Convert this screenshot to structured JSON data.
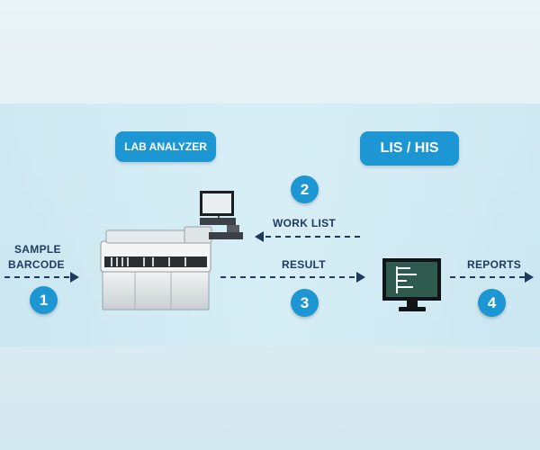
{
  "nodes": {
    "lab_analyzer": "LAB ANALYZER",
    "lis_his": "LIS / HIS"
  },
  "steps": [
    {
      "number": "1",
      "label_line1": "SAMPLE",
      "label_line2": "BARCODE"
    },
    {
      "number": "2",
      "label": "WORK LIST"
    },
    {
      "number": "3",
      "label": "RESULT"
    },
    {
      "number": "4",
      "label": "REPORTS"
    }
  ],
  "colors": {
    "accent": "#1c97d4",
    "arrow": "#1e3a5c",
    "monitor_screen": "#2f5a4e"
  },
  "icons": [
    "lab-analyzer-machine-icon",
    "computer-monitor-icon"
  ]
}
